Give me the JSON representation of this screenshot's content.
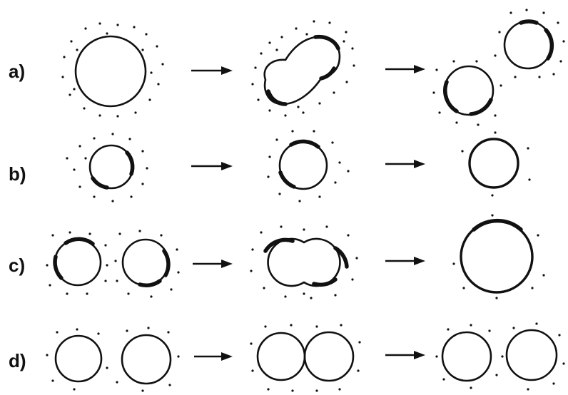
{
  "rows": [
    {
      "label": "a)"
    },
    {
      "label": "b)"
    },
    {
      "label": "c)"
    },
    {
      "label": "d)"
    }
  ],
  "colors": {
    "ink": "#111111",
    "background": "#ffffff"
  }
}
